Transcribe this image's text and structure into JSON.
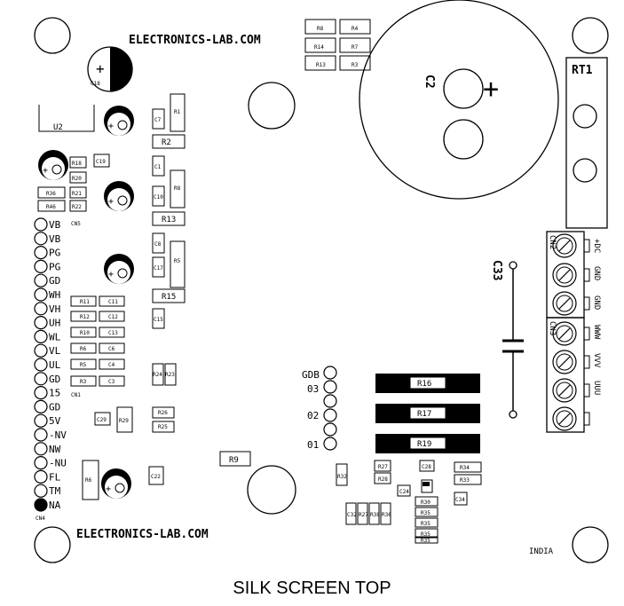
{
  "brand_top": "ELECTRONICS-LAB.COM",
  "brand_bottom": "ELECTRONICS-LAB.COM",
  "footer_title": "SILK SCREEN TOP",
  "origin": "INDIA",
  "top_resistors": [
    "R8",
    "R4",
    "R14",
    "R7",
    "R13",
    "R3"
  ],
  "left_pins": [
    "VB",
    "VB",
    "PG",
    "PG",
    "GD",
    "WH",
    "VH",
    "UH",
    "WL",
    "VL",
    "UL",
    "GD",
    "15",
    "GD",
    "5V",
    "-NV",
    "NW",
    "-NU",
    "FL",
    "TM",
    "NA"
  ],
  "connector_labels": {
    "cn5": "CN5",
    "cn1": "CN1",
    "cn4": "CN4",
    "cn2": "CN2",
    "cn3": "CN3"
  },
  "cn2_terms": [
    "+DC",
    "GND",
    "GND"
  ],
  "cn3_terms": [
    "WWW",
    "VVV",
    "UUU"
  ],
  "gdb_pins": [
    "GDB",
    "03",
    "02",
    "01"
  ],
  "power_resistors": [
    "R16",
    "R17",
    "R19"
  ],
  "labels": {
    "c2": "C2",
    "plus": "+",
    "rt1": "RT1",
    "c33": "C33",
    "c18": "C18",
    "u2": "U2",
    "r9": "R9",
    "r2": "R2",
    "r13": "R13",
    "r15": "R15"
  },
  "small": {
    "c7": "C7",
    "r1": "R1",
    "c1": "C1",
    "r8b": "R8",
    "c10": "C10",
    "c8": "C8",
    "c17": "C17",
    "c15": "C15",
    "r5": "R5",
    "r24": "R24",
    "r23": "R23",
    "r26": "R26",
    "r25": "R25",
    "c29": "C29",
    "r29": "R29",
    "c22": "C22",
    "r6": "R6",
    "r18": "R18",
    "c19": "C19",
    "r20": "R20",
    "r21": "R21",
    "r22": "R22",
    "r36": "R36",
    "r46": "R46",
    "p1": "R11",
    "p2": "C11",
    "p3": "R12",
    "p4": "C12",
    "p5": "R10",
    "p6": "C13",
    "p7": "R6",
    "p8": "C6",
    "p9": "R5",
    "p10": "C4",
    "p11": "R3",
    "p12": "C3",
    "r32": "R32",
    "r27": "R27",
    "r28": "R28",
    "c28": "C28",
    "c24": "C24",
    "r34": "R34",
    "r33": "R33",
    "c34": "C34",
    "b1": "C32",
    "b2": "R27",
    "b3": "R38",
    "b4": "R36",
    "v1": "R30",
    "v2": "R35",
    "v3": "R35",
    "v4": "R35",
    "v5": "R35"
  }
}
